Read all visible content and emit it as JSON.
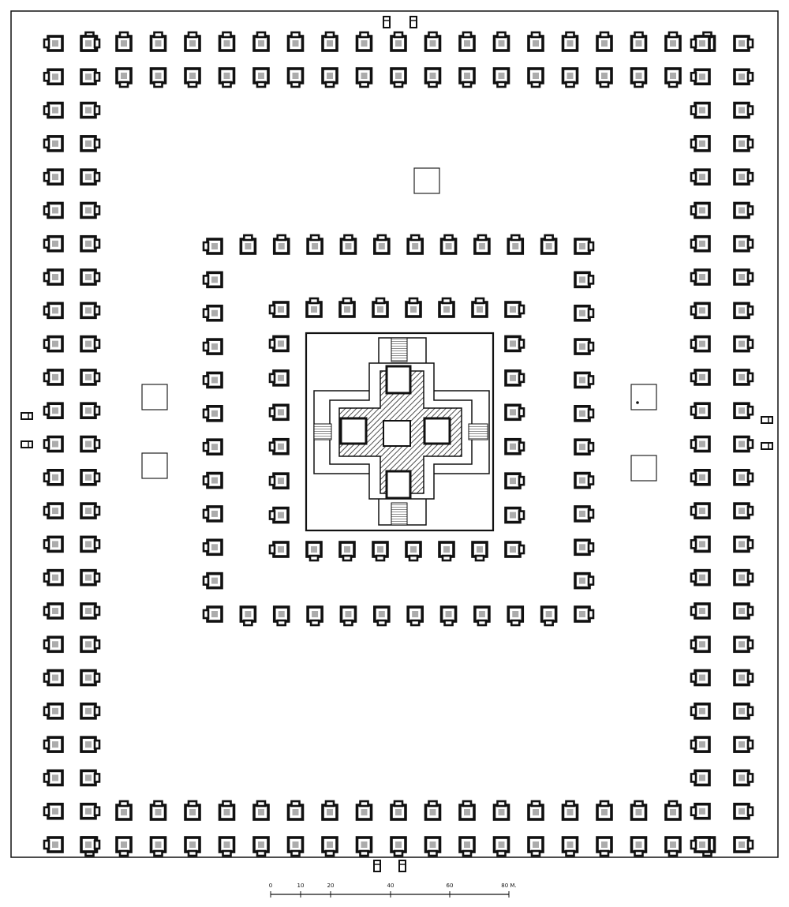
{
  "diagram": {
    "type": "architectural-site-plan",
    "colors": {
      "ink": "#111111",
      "paper": "#ffffff",
      "hatch": "#222222"
    },
    "scale_bar": {
      "ticks": [
        "0",
        "10",
        "20",
        "40",
        "60",
        "80 M."
      ]
    },
    "elements": {
      "outer_enclosure": "rectangular wall",
      "outer_shrine_rows": 2,
      "middle_enclosure": "shrine square",
      "inner_enclosure": "walled court",
      "central_temple": "cruciform plan with four porches and stairways",
      "small_platforms": 5,
      "gate_markers": 4
    }
  }
}
